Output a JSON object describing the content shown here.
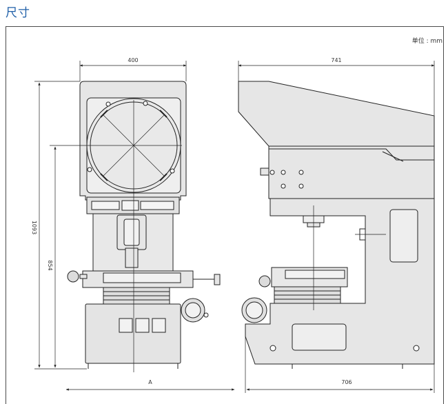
{
  "title": "尺寸",
  "unit_label": "单位 : mm",
  "front_view": {
    "width_dim": "400",
    "total_height_dim": "1093",
    "table_height_dim": "854",
    "base_width_dim": "A"
  },
  "side_view": {
    "top_depth_dim": "741",
    "base_depth_dim": "706"
  },
  "colors": {
    "body": "#e6e6e6",
    "line": "#222222",
    "title": "#1f5fa8"
  }
}
